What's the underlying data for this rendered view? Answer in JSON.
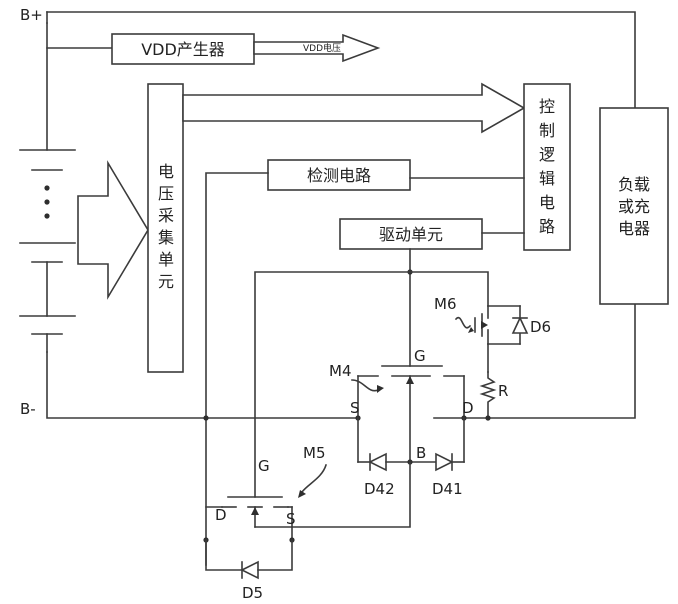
{
  "labels": {
    "b_plus": "B+",
    "b_minus": "B-",
    "vdd_gen": "VDD产生器",
    "vdd_voltage": "VDD电压",
    "voltage_collect": [
      "电",
      "压",
      "采",
      "集",
      "单",
      "元"
    ],
    "control_logic": [
      "控",
      "制",
      "逻",
      "辑",
      "电",
      "路"
    ],
    "detect": "检测电路",
    "drive": "驱动单元",
    "load": [
      "负载",
      "或充",
      "电器"
    ],
    "m4": "M4",
    "m5": "M5",
    "m6": "M6",
    "d5": "D5",
    "d6": "D6",
    "d41": "D41",
    "d42": "D42",
    "r": "R",
    "g_m4": "G",
    "s_m4": "S",
    "d_m4": "D",
    "b_node": "B",
    "g_m5": "G",
    "d_m5": "D",
    "s_m5": "S"
  }
}
